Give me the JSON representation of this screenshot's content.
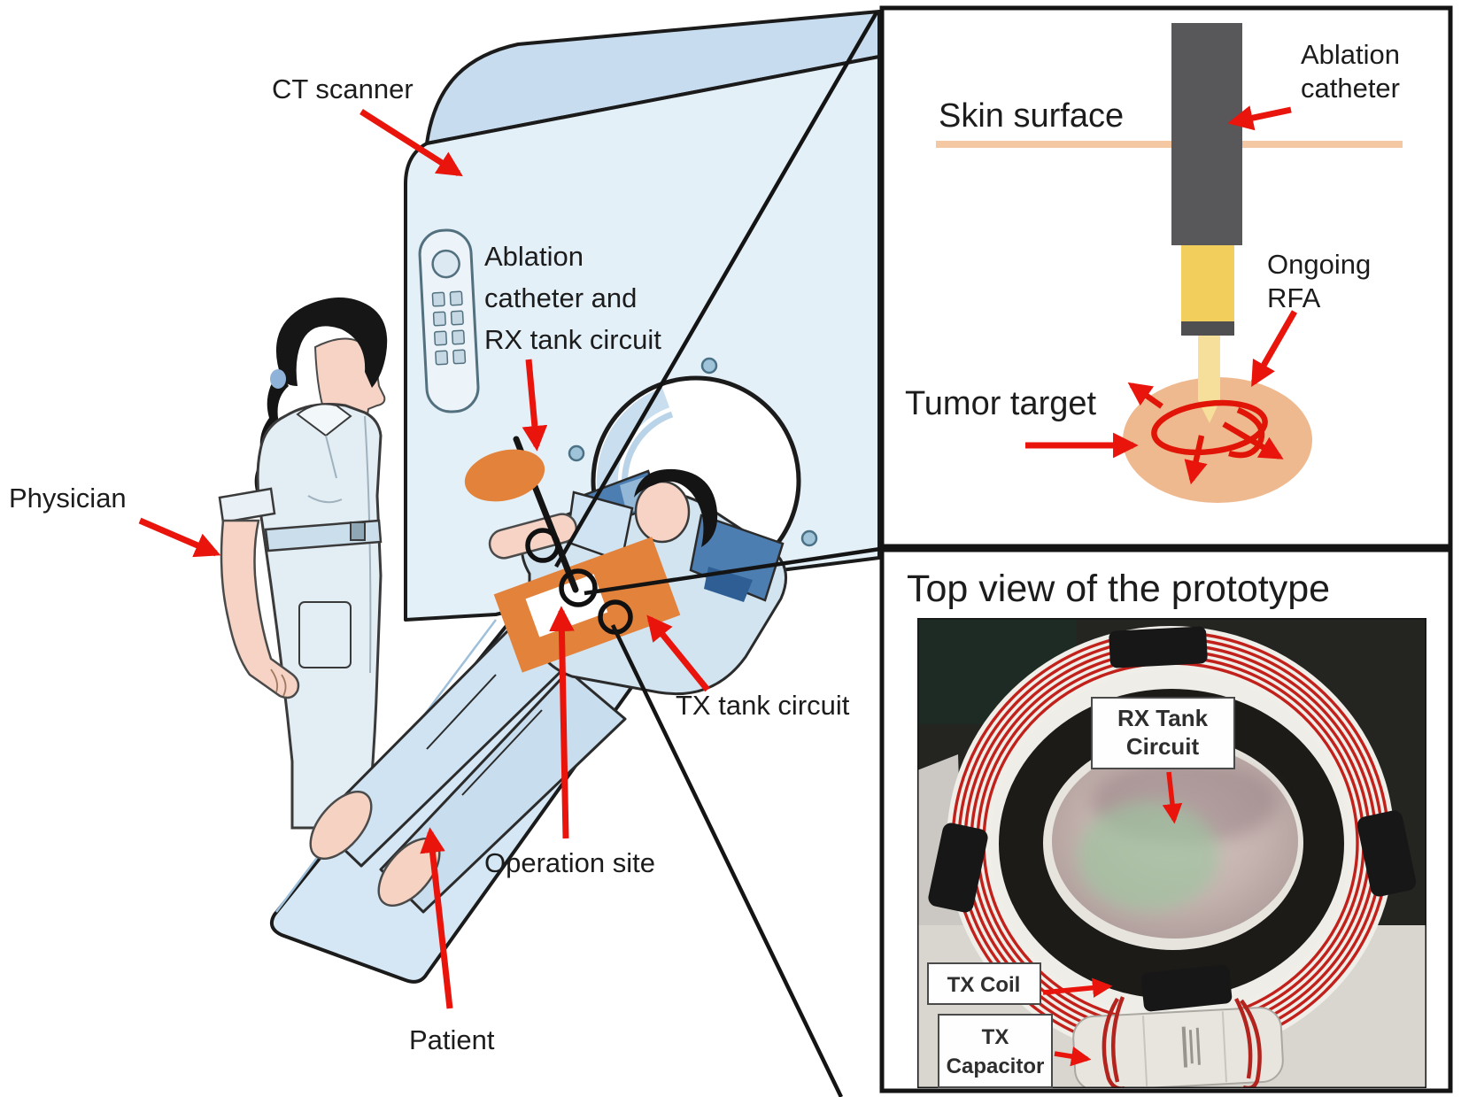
{
  "scene": {
    "labels": {
      "ct_scanner": "CT scanner",
      "ablation_rx_1": "Ablation",
      "ablation_rx_2": "catheter and",
      "ablation_rx_3": "RX tank circuit",
      "physician": "Physician",
      "tx_tank_circuit": "TX tank circuit",
      "operation_site": "Operation site",
      "patient": "Patient"
    }
  },
  "rfa_panel": {
    "skin_surface": "Skin surface",
    "ablation_catheter_1": "Ablation",
    "ablation_catheter_2": "catheter",
    "ongoing_rfa_1": "Ongoing",
    "ongoing_rfa_2": "RFA",
    "tumor_target": "Tumor target"
  },
  "prototype_panel": {
    "title": "Top view of the prototype",
    "rx_tank_1": "RX Tank",
    "rx_tank_2": "Circuit",
    "tx_coil": "TX Coil",
    "tx_capacitor_1": "TX",
    "tx_capacitor_2": "Capacitor"
  },
  "colors": {
    "arrow_red": "#E9150D",
    "marker_orange": "#E2823B",
    "skin_line_salmon": "#F4C8A2",
    "tumor_tan": "#EFB98F",
    "swirl_red": "#E11507",
    "catheter_gray": "#58585A",
    "catheter_yellow": "#F2CE5C",
    "coil_wire_red": "#C2211B",
    "scanner_face_blue": "#E4F0F8",
    "scanner_roof_blue": "#C7DCEE",
    "table_blue": "#D5E7F4",
    "clothing_blue": "#CFE3F2",
    "skin_tone": "#F6D3C4",
    "cushion_blue": "#4C7EB2"
  }
}
